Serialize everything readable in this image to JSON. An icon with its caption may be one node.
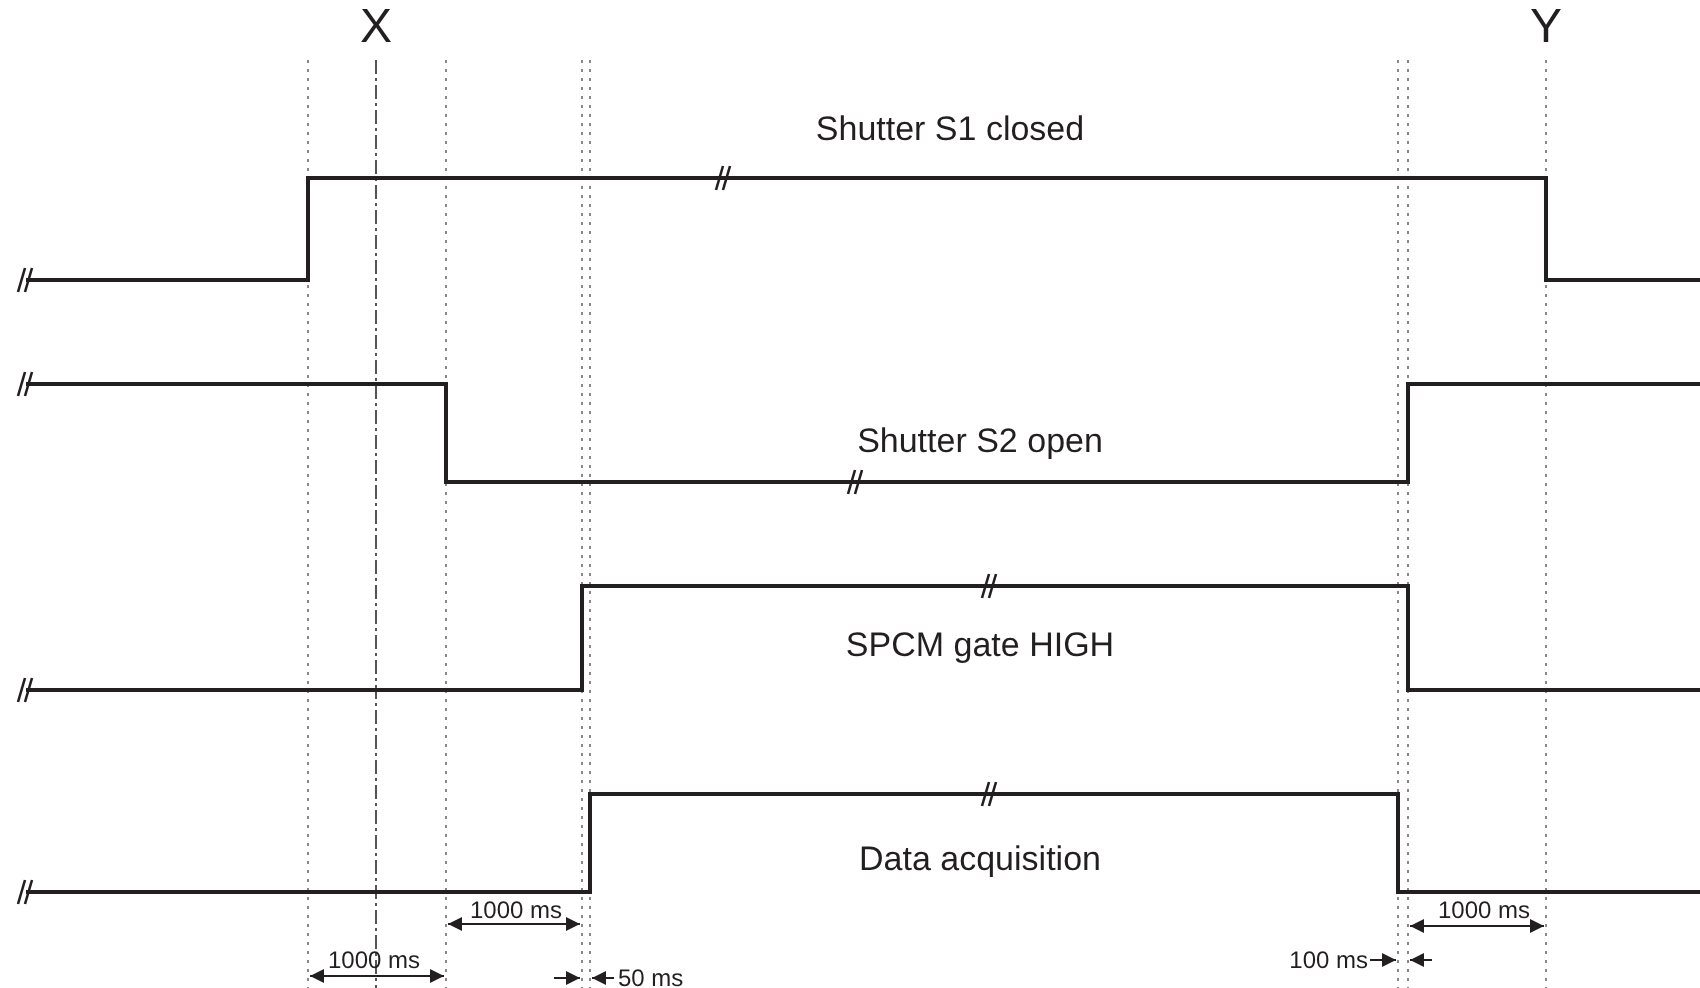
{
  "diagram": {
    "labels": [
      "X",
      "Y",
      "Shutter S1 closed",
      "Shutter S2 open",
      "SPCM gate HIGH",
      "Data acquisition",
      "1000 ms",
      "1000 ms",
      "1000 ms",
      "100 ms",
      "50 ms"
    ]
  }
}
